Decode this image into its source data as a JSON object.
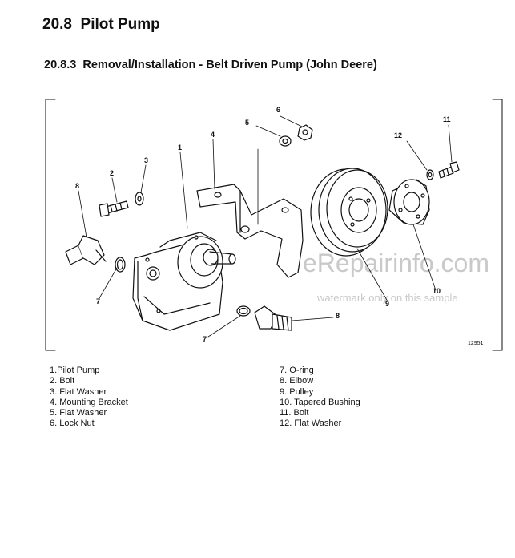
{
  "section": {
    "number": "20.8",
    "title": "Pilot Pump"
  },
  "subsection": {
    "number": "20.8.3",
    "title": "Removal/Installation - Belt Driven Pump (John Deere)"
  },
  "figure": {
    "figure_number": "12951",
    "callouts": {
      "c1": "1",
      "c2": "2",
      "c3": "3",
      "c4": "4",
      "c5": "5",
      "c6": "6",
      "c7a": "7",
      "c7b": "7",
      "c8a": "8",
      "c8b": "8",
      "c9": "9",
      "c10": "10",
      "c11": "11",
      "c12": "12"
    }
  },
  "watermark": {
    "logo": "eRepairinfo.com",
    "notice": "watermark only on this sample"
  },
  "legend": {
    "left": [
      "1.Pilot Pump",
      "2. Bolt",
      "3. Flat Washer",
      "4. Mounting Bracket",
      "5. Flat Washer",
      "6. Lock Nut"
    ],
    "right": [
      "7. O-ring",
      "8. Elbow",
      "9. Pulley",
      "10. Tapered Bushing",
      "11. Bolt",
      "12. Flat Washer"
    ]
  }
}
